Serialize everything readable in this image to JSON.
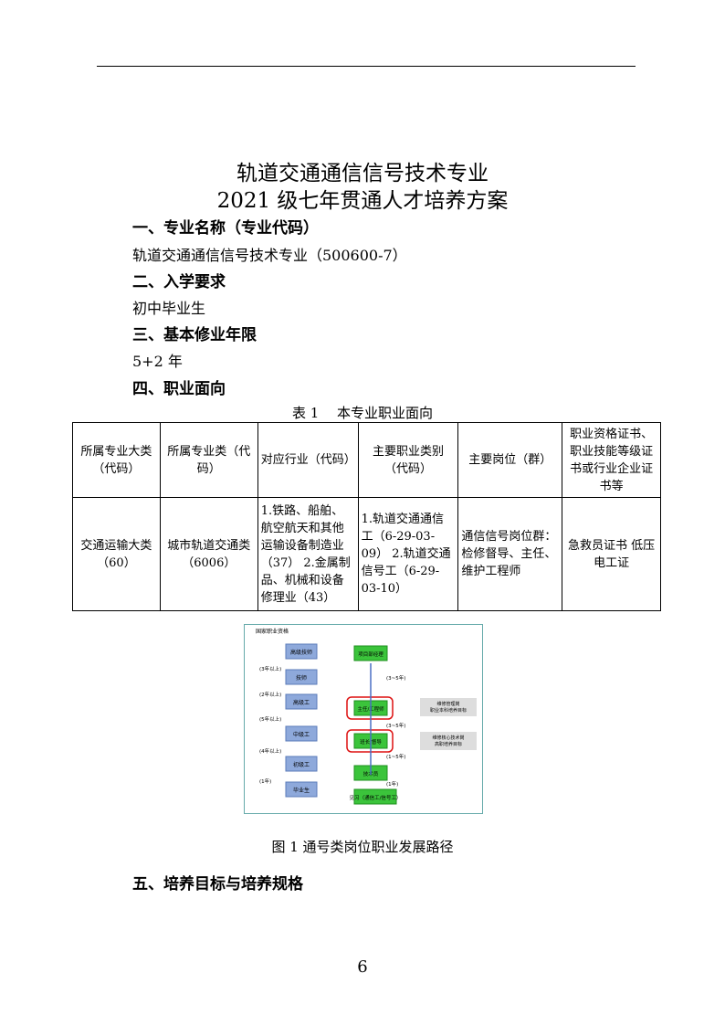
{
  "title": {
    "line1": "轨道交通通信信号技术专业",
    "line2": "2021 级七年贯通人才培养方案"
  },
  "sections": [
    {
      "heading": "一、专业名称（专业代码）",
      "body": "轨道交通通信信号技术专业（500600-7）"
    },
    {
      "heading": "二、入学要求",
      "body": "初中毕业生"
    },
    {
      "heading": "三、基本修业年限",
      "body": "5+2 年"
    },
    {
      "heading": "四、职业面向"
    },
    {
      "heading": "五、培养目标与培养规格"
    }
  ],
  "table": {
    "caption": "表 1　 本专业职业面向",
    "headers": [
      "所属专业大类（代码）",
      "所属专业类（代码）",
      "对应行业（代码）",
      "主要职业类别（代码）",
      "主要岗位（群）",
      "职业资格证书、职业技能等级证书或行业企业证书等"
    ],
    "row": [
      "交通运输大类（60）",
      "城市轨道交通类（6006）",
      "1.铁路、船舶、航空航天和其他运输设备制造业（37） 2.金属制品、机械和设备修理业（43）",
      "1.轨道交通通信工（6-29-03-09） 2.轨道交通信号工（6-29-03-10）",
      "通信信号岗位群：检修督导、主任、维护工程师",
      "急救员证书 低压电工证"
    ]
  },
  "figure": {
    "caption": "图 1 通号类岗位职业发展路径",
    "header": "国家职业资格",
    "left": [
      "高级技师",
      "技师",
      "高级工",
      "中级工",
      "初级工",
      "毕业生"
    ],
    "left_years": [
      "(3年以上)",
      "(2年以上)",
      "(5年以上)",
      "(4年以上)",
      "(1年)"
    ],
    "right": [
      "项目部经理",
      "主任/工程师",
      "班长/督导",
      "技术员",
      "见习（通信工/信号工）"
    ],
    "right_years": [
      "(3~5年)",
      "(3~5年)",
      "(1~5年)",
      "(1年)"
    ],
    "notes": [
      "维修管理岗 职业本科培养目标",
      "维修核心技术岗 高职培养目标"
    ]
  },
  "page_number": "6"
}
